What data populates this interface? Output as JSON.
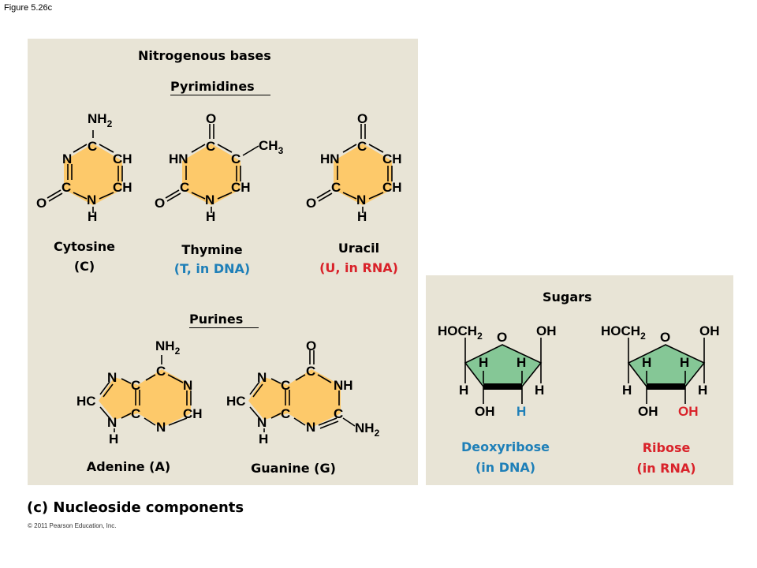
{
  "figure_label": "Figure 5.26c",
  "bases_title": "Nitrogenous bases",
  "pyrimidines_title": "Pyrimidines",
  "purines_title": "Purines",
  "sugars_title": "Sugars",
  "cytosine": {
    "name": "Cytosine",
    "abbr": "(C)"
  },
  "thymine": {
    "name": "Thymine",
    "abbr": "(T, in DNA)"
  },
  "uracil": {
    "name": "Uracil",
    "abbr": "(U, in RNA)"
  },
  "adenine": {
    "name": "Adenine (A)"
  },
  "guanine": {
    "name": "Guanine (G)"
  },
  "deoxyribose": {
    "name": "Deoxyribose",
    "abbr": "(in DNA)",
    "c2_group": "H"
  },
  "ribose": {
    "name": "Ribose",
    "abbr": "(in RNA)",
    "c2_group": "OH"
  },
  "atoms": {
    "nh2": "NH",
    "two": "2",
    "ch3": "CH",
    "three": "3",
    "c": "C",
    "n": "N",
    "h": "H",
    "o": "O",
    "hn": "HN",
    "ch": "CH",
    "hc": "HC",
    "nh": "NH",
    "hoch": "HOCH",
    "oh": "OH"
  },
  "caption": "(c) Nucleoside components",
  "copyright": "© 2011 Pearson Education, Inc.",
  "colors": {
    "panel": "#e8e4d6",
    "base_ring": "#fdc96a",
    "sugar_ring": "#85c796",
    "dna_label": "#1e7fb8",
    "rna_label": "#d9222a"
  }
}
